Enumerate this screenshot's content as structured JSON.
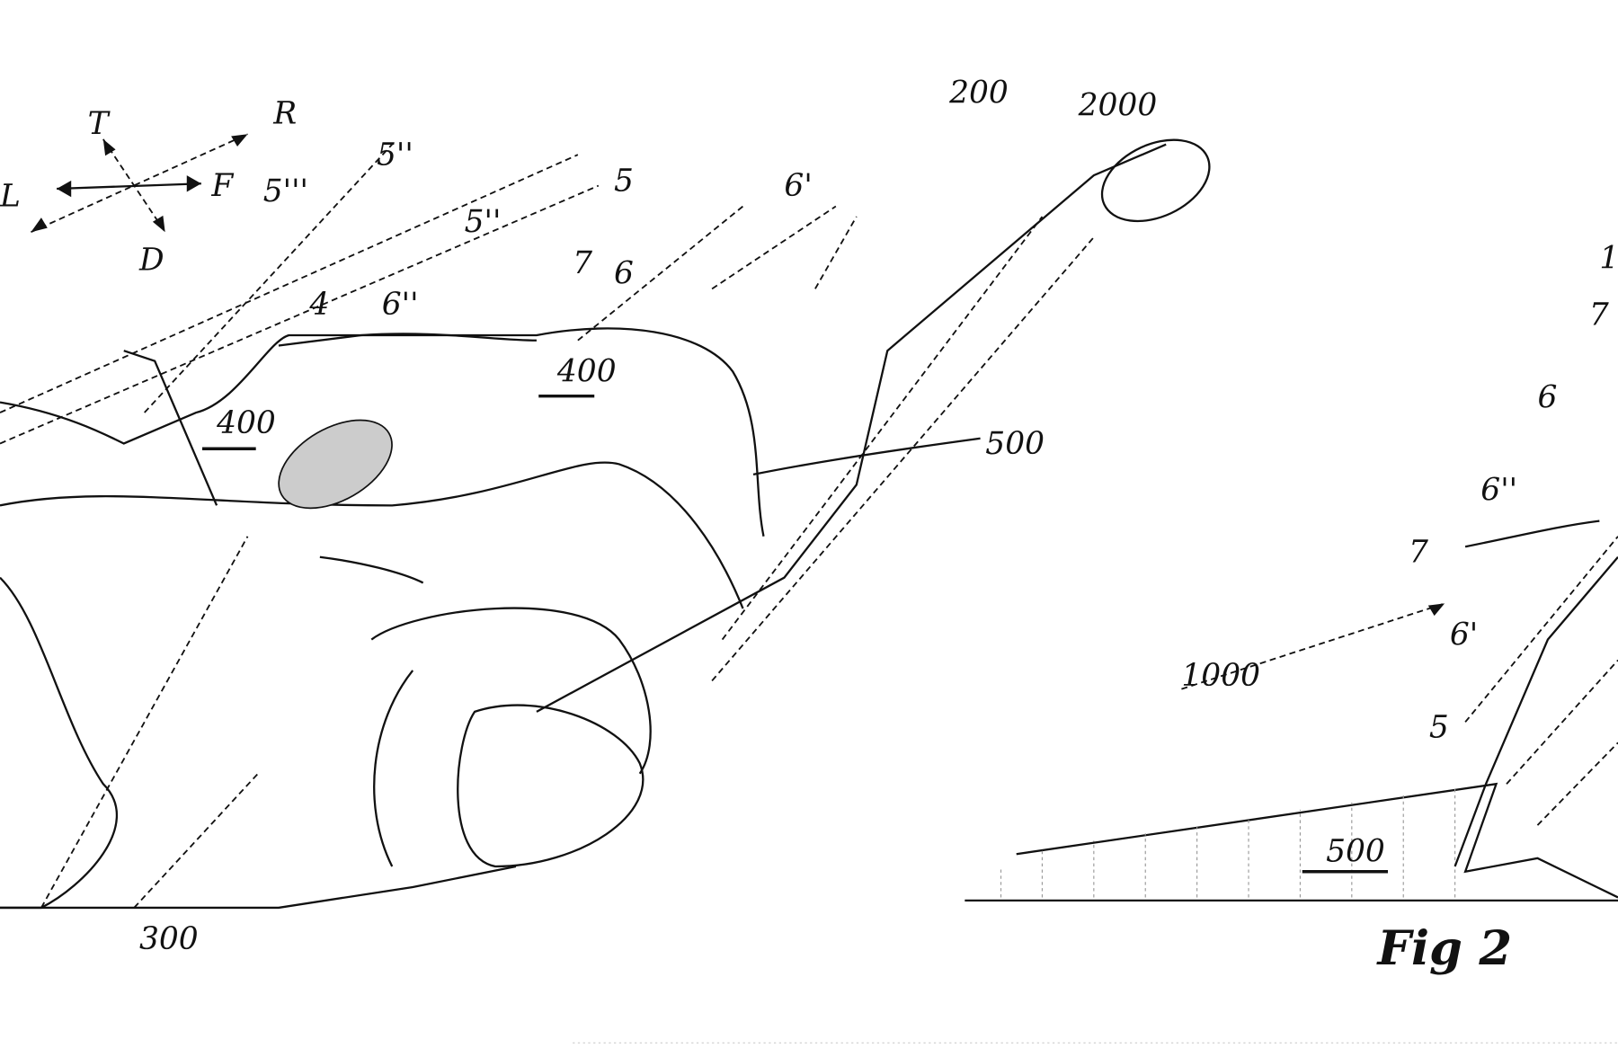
{
  "drawing": {
    "figure_title": "Fig 2",
    "direction_labels": {
      "top": "T",
      "rear": "R",
      "left": "L",
      "front": "F",
      "down": "D"
    },
    "reference_labels": [
      "5'''",
      "5''",
      "5''",
      "5",
      "7",
      "6",
      "6'",
      "4",
      "6''",
      "400",
      "400",
      "200",
      "2000",
      "500",
      "300",
      "1000",
      "7",
      "6''",
      "6'",
      "5",
      "500",
      "6",
      "1",
      "7"
    ]
  }
}
